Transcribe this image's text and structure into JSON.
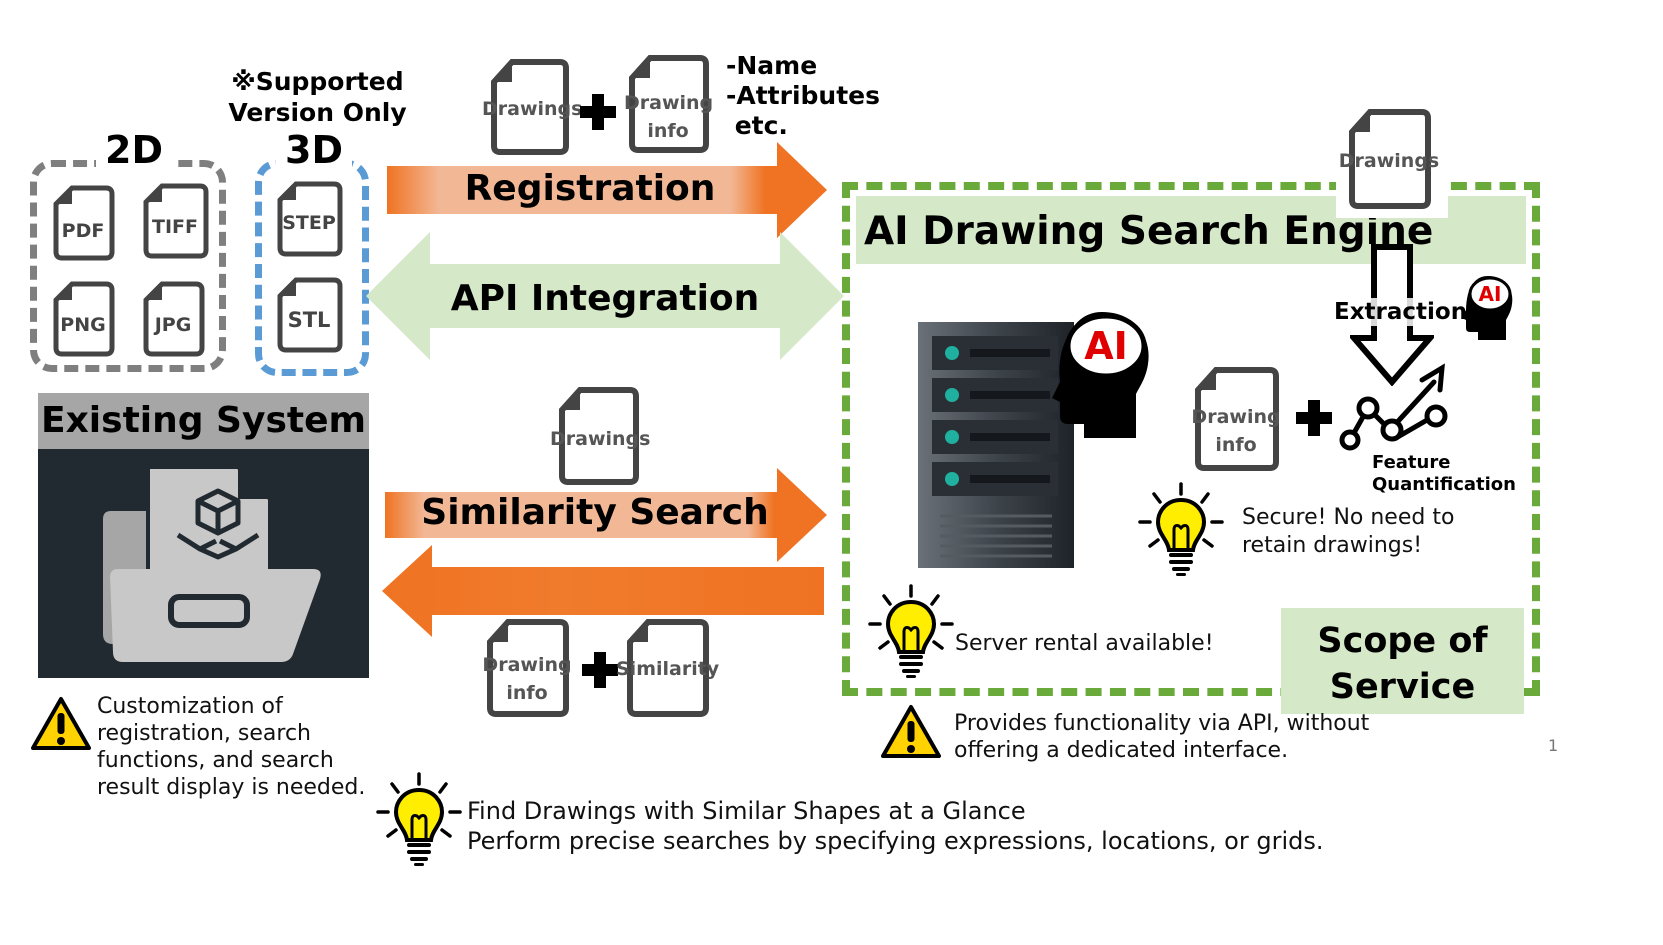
{
  "left": {
    "supported_line1": "※Supported",
    "supported_line2": "Version Only",
    "label_2d": "2D",
    "label_3d": "3D",
    "formats_2d": [
      "PDF",
      "TIFF",
      "PNG",
      "JPG"
    ],
    "formats_3d": [
      "STEP",
      "STL"
    ],
    "existing_system": "Existing System",
    "warning_lines": [
      "Customization of",
      "registration, search",
      "functions, and search",
      "result display is needed."
    ]
  },
  "registration": {
    "doc1": "Drawings",
    "doc2_line1": "Drawing",
    "doc2_line2": "info",
    "attrs": [
      "-Name",
      "-Attributes",
      " etc."
    ],
    "arrow_label": "Registration"
  },
  "api": {
    "label": "API Integration"
  },
  "similarity": {
    "doc": "Drawings",
    "arrow_label": "Similarity Search",
    "result_doc1_line1": "Drawing",
    "result_doc1_line2": "info",
    "result_doc2": "Similarity"
  },
  "engine": {
    "title": "AI Drawing Search Engine",
    "top_doc": "Drawings",
    "extraction": "Extraction",
    "ai_badge": "AI",
    "info_line1": "Drawing",
    "info_line2": "info",
    "feature_line1": "Feature",
    "feature_line2": "Quantification",
    "secure_line1": "Secure! No need to",
    "secure_line2": "retain drawings!",
    "server_rental": "Server rental available!",
    "scope_line1": "Scope of",
    "scope_line2": "Service"
  },
  "api_note": {
    "line1": "Provides functionality via API, without",
    "line2": "offering a dedicated interface."
  },
  "bottom": {
    "line1": "Find Drawings with Similar Shapes at a Glance",
    "line2": "Perform precise searches by specifying expressions, locations, or grids."
  },
  "page_number": "1",
  "colors": {
    "orange": "#ef7322",
    "orange_light": "#f2b896",
    "green_light": "#d5e8c8",
    "green_dash": "#6aaa3a",
    "blue_dash": "#5b9bd5",
    "gray_dash": "#7f7f7f",
    "dark_panel": "#222a31"
  }
}
